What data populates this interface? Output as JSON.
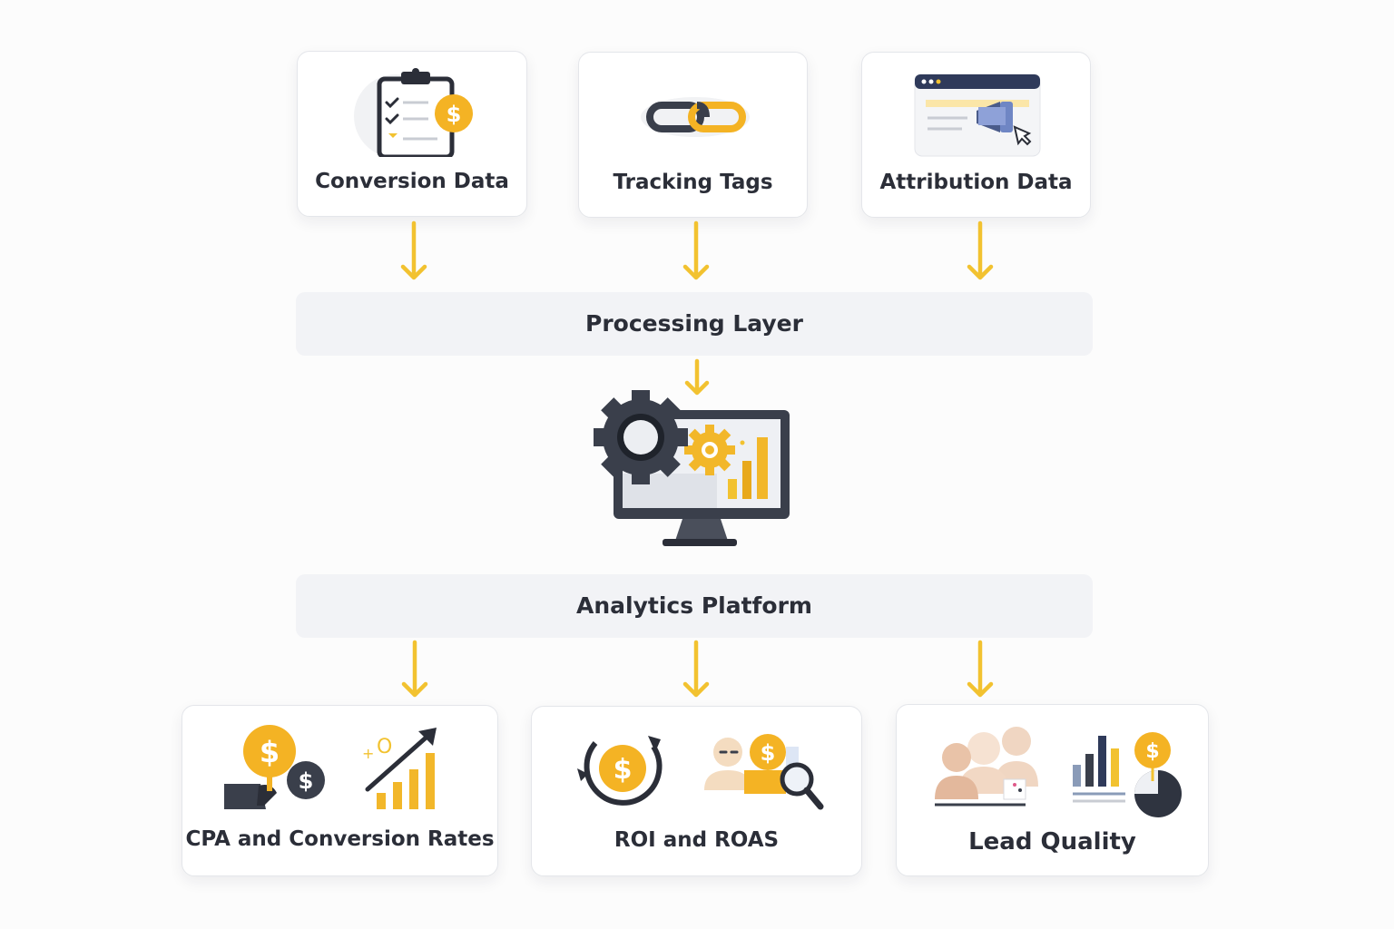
{
  "sources": {
    "conversion": {
      "label": "Conversion Data",
      "icon": "clipboard-dollar-icon"
    },
    "tracking": {
      "label": "Tracking Tags",
      "icon": "chain-link-icon"
    },
    "attribution": {
      "label": "Attribution Data",
      "icon": "browser-megaphone-icon"
    }
  },
  "processing_layer": {
    "label": "Processing Layer"
  },
  "centerpiece": {
    "icon": "monitor-gears-chart-icon"
  },
  "analytics_platform": {
    "label": "Analytics Platform"
  },
  "outputs": {
    "cpa": {
      "label": "CPA and Conversion Rates",
      "icons": [
        "coins-hand-icon",
        "growth-chart-icon"
      ]
    },
    "roi": {
      "label": "ROI and ROAS",
      "icons": [
        "dollar-cycle-icon",
        "person-magnifier-icon"
      ]
    },
    "lead": {
      "label": "Lead Quality",
      "icons": [
        "people-group-icon",
        "bar-pie-chart-icon"
      ]
    }
  },
  "colors": {
    "accent": "#f2c230",
    "gold": "#f4b324",
    "dark": "#3a3f4b",
    "navy": "#2f3a5a",
    "band": "#f2f3f6"
  }
}
